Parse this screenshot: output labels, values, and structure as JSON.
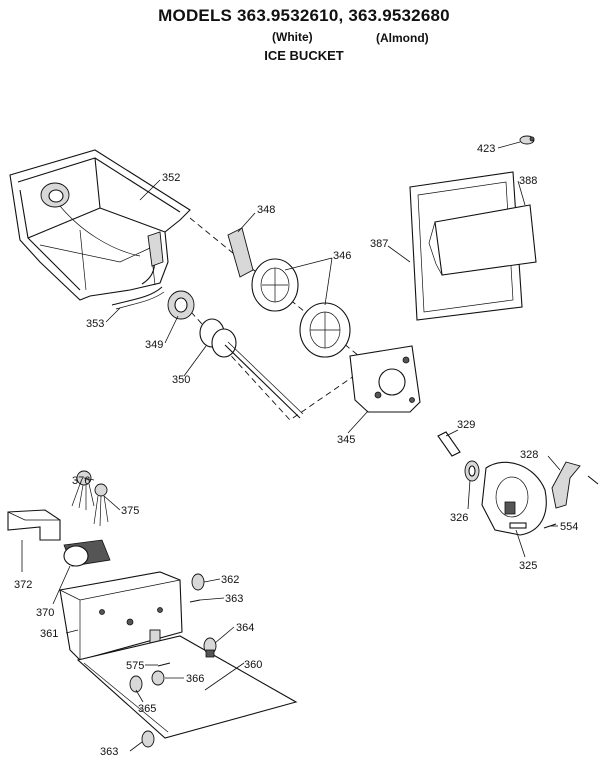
{
  "header": {
    "models": "MODELS 363.9532610, 363.9532680",
    "variant_white": "(White)",
    "variant_almond": "(Almond)",
    "assembly": "ICE BUCKET"
  },
  "parts": [
    {
      "id": "p423",
      "number": "423"
    },
    {
      "id": "p388",
      "number": "388"
    },
    {
      "id": "p387",
      "number": "387"
    },
    {
      "id": "p352",
      "number": "352"
    },
    {
      "id": "p348",
      "number": "348"
    },
    {
      "id": "p346",
      "number": "346"
    },
    {
      "id": "p353",
      "number": "353"
    },
    {
      "id": "p349",
      "number": "349"
    },
    {
      "id": "p350",
      "number": "350"
    },
    {
      "id": "p345",
      "number": "345"
    },
    {
      "id": "p329",
      "number": "329"
    },
    {
      "id": "p328",
      "number": "328"
    },
    {
      "id": "p326",
      "number": "326"
    },
    {
      "id": "p554",
      "number": "554"
    },
    {
      "id": "p325",
      "number": "325"
    },
    {
      "id": "p376",
      "number": "376"
    },
    {
      "id": "p375",
      "number": "375"
    },
    {
      "id": "p372",
      "number": "372"
    },
    {
      "id": "p370",
      "number": "370"
    },
    {
      "id": "p362",
      "number": "362"
    },
    {
      "id": "p363a",
      "number": "363"
    },
    {
      "id": "p361",
      "number": "361"
    },
    {
      "id": "p364",
      "number": "364"
    },
    {
      "id": "p575",
      "number": "575"
    },
    {
      "id": "p366",
      "number": "366"
    },
    {
      "id": "p360",
      "number": "360"
    },
    {
      "id": "p365",
      "number": "365"
    },
    {
      "id": "p363b",
      "number": "363"
    }
  ]
}
